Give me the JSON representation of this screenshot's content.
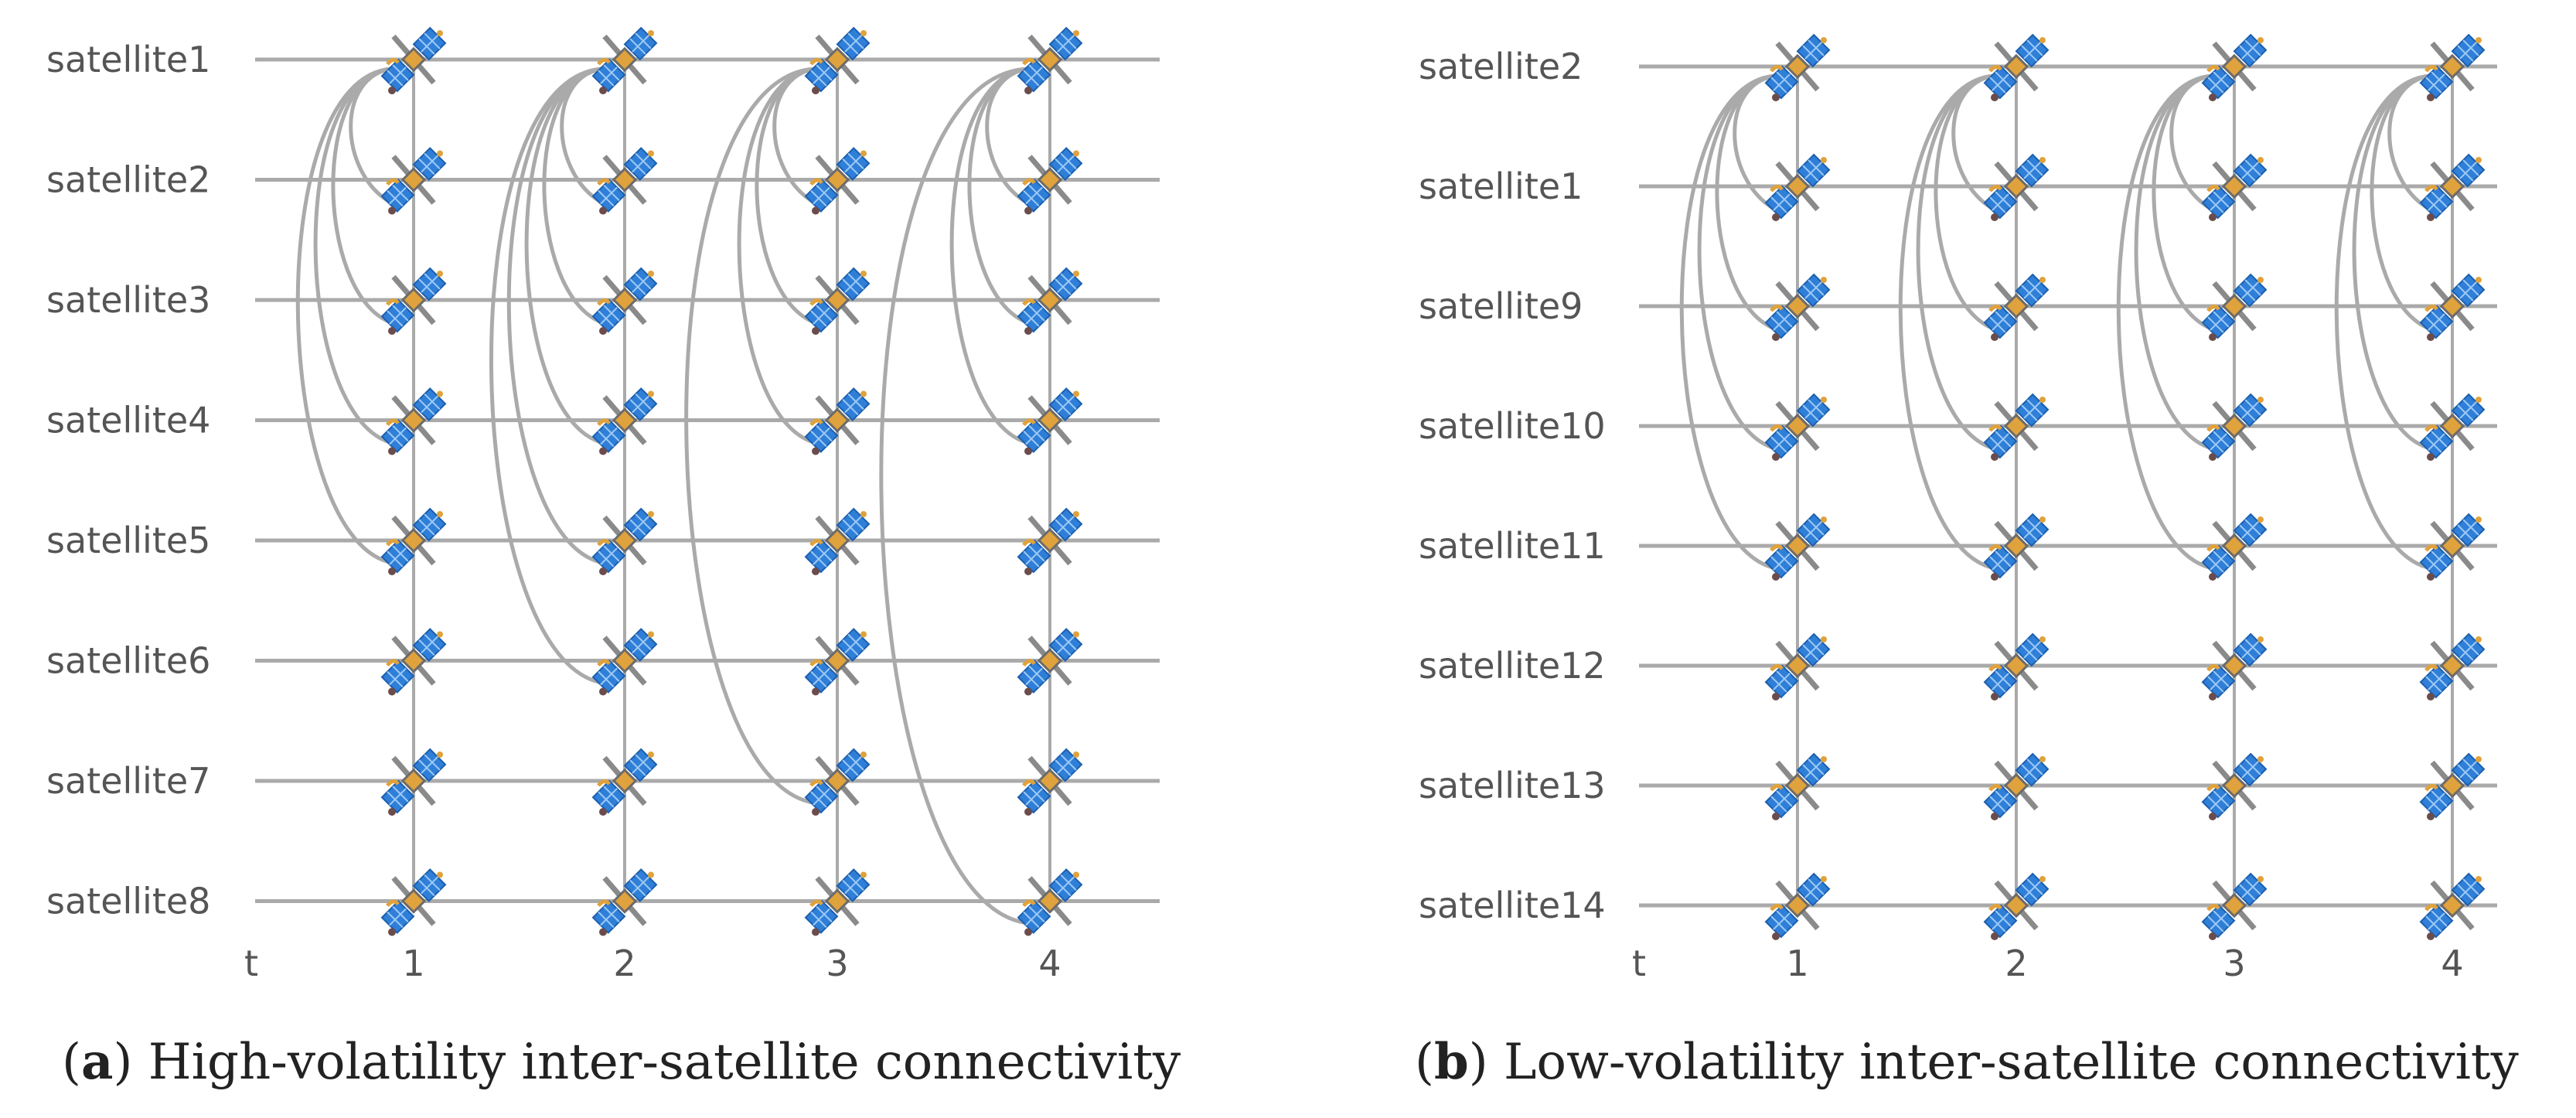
{
  "panels": [
    {
      "id": "a",
      "caption_letter": "a",
      "caption_text": "High-volatility inter-satellite connectivity",
      "rows": [
        "satellite1",
        "satellite2",
        "satellite3",
        "satellite4",
        "satellite5",
        "satellite6",
        "satellite7",
        "satellite8"
      ],
      "time_label": "t",
      "time_steps": [
        "1",
        "2",
        "3",
        "4"
      ],
      "links": [
        {
          "t": 0,
          "to": [
            1,
            2,
            3,
            4
          ]
        },
        {
          "t": 1,
          "to": [
            1,
            2,
            3,
            4,
            5
          ]
        },
        {
          "t": 2,
          "to": [
            1,
            2,
            3,
            6
          ]
        },
        {
          "t": 3,
          "to": [
            1,
            2,
            3,
            7
          ]
        }
      ]
    },
    {
      "id": "b",
      "caption_letter": "b",
      "caption_text": "Low-volatility inter-satellite connectivity",
      "rows": [
        "satellite2",
        "satellite1",
        "satellite9",
        "satellite10",
        "satellite11",
        "satellite12",
        "satellite13",
        "satellite14"
      ],
      "time_label": "t",
      "time_steps": [
        "1",
        "2",
        "3",
        "4"
      ],
      "links": [
        {
          "t": 0,
          "to": [
            1,
            2,
            3,
            4
          ]
        },
        {
          "t": 1,
          "to": [
            1,
            2,
            3,
            4
          ]
        },
        {
          "t": 2,
          "to": [
            1,
            2,
            3,
            4
          ]
        },
        {
          "t": 3,
          "to": [
            1,
            2,
            3,
            4
          ]
        }
      ]
    }
  ],
  "colors": {
    "line": "#aaaaaa",
    "label": "#555555",
    "panel_blue": "#2f7fd8",
    "body_orange": "#e0a23c"
  },
  "icon": "satellite-icon"
}
